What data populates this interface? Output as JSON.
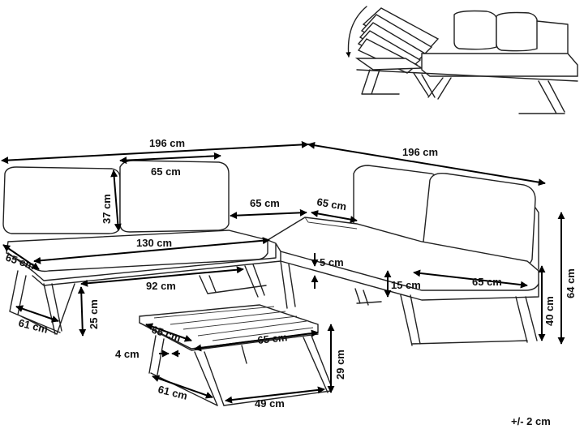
{
  "tolerance": "+/- 2 cm",
  "dimensions": {
    "sofa_length_left": "196 cm",
    "sofa_length_right": "196 cm",
    "back_cushion_width": "65 cm",
    "back_cushion_height": "37 cm",
    "corner_width": "65 cm",
    "corner_depth": "65 cm",
    "seat_width": "130 cm",
    "seat_depth_left": "65 cm",
    "leg_span": "92 cm",
    "leg_height": "25 cm",
    "leg_depth": "61 cm",
    "cushion_thickness": "5 cm",
    "seat_cushion_height": "15 cm",
    "seat_depth_right": "65 cm",
    "seat_height": "40 cm",
    "total_height": "64 cm",
    "table_width": "65 cm",
    "table_depth": "65 cm",
    "table_top_thickness": "4 cm",
    "table_height": "29 cm",
    "table_leg_depth": "61 cm",
    "table_leg_span": "49 cm"
  }
}
